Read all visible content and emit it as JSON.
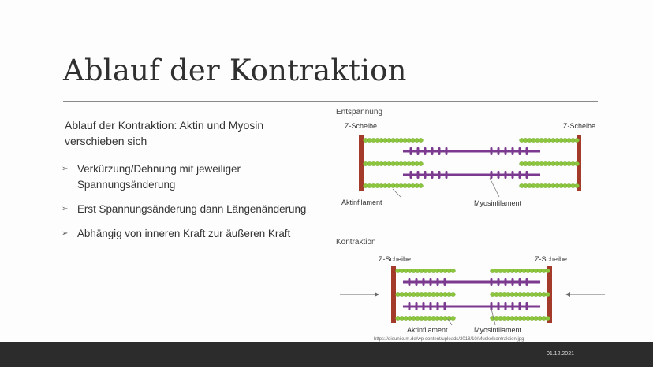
{
  "slide": {
    "title": "Ablauf der Kontraktion",
    "intro": "Ablauf der Kontraktion: Aktin und Myosin verschieben sich",
    "bullets": [
      {
        "text": "Verkürzung/Dehnung mit jeweiliger Spannungsänderung"
      },
      {
        "text": "Erst Spannungsänderung dann Längenänderung"
      },
      {
        "text": "Abhängig von inneren Kraft zur äußeren Kraft"
      }
    ],
    "bullet_icon": "arrowhead-bullet-icon"
  },
  "figure": {
    "relaxed": {
      "heading": "Entspannung",
      "z_left": "Z-Scheibe",
      "z_right": "Z-Scheibe",
      "actin_label": "Aktinfilament",
      "myosin_label": "Myosinfilament"
    },
    "contracted": {
      "heading": "Kontraktion",
      "z_left": "Z-Scheibe",
      "z_right": "Z-Scheibe",
      "actin_label": "Aktinfilament",
      "myosin_label": "Myosinfilament"
    },
    "source": "https://dieunikum.de/wp-content/uploads/2018/10/Muskelkontraktion.jpg",
    "colors": {
      "z_disc": "#a43b2a",
      "actin": "#8cc63e",
      "myosin": "#7b3a8f",
      "arrow": "#666666",
      "callout": "#777777"
    }
  },
  "footer": {
    "date": "01.12.2021"
  }
}
